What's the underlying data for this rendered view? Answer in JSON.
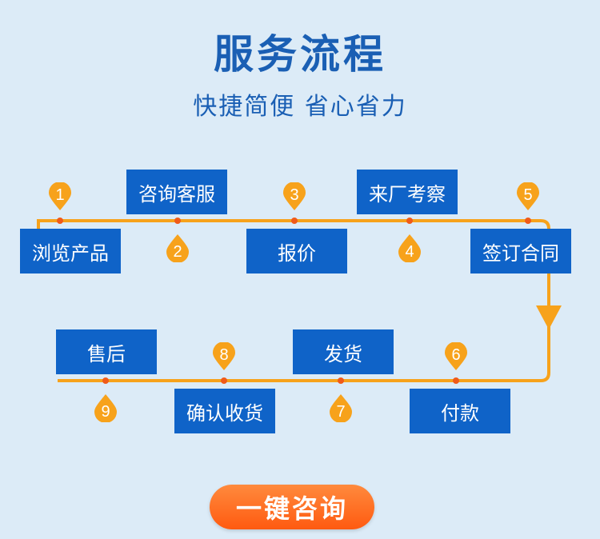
{
  "header": {
    "title": "服务流程",
    "subtitle": "快捷简便 省心省力"
  },
  "steps": [
    {
      "num": "1",
      "label": "浏览产品"
    },
    {
      "num": "2",
      "label": "咨询客服"
    },
    {
      "num": "3",
      "label": "报价"
    },
    {
      "num": "4",
      "label": "来厂考察"
    },
    {
      "num": "5",
      "label": "签订合同"
    },
    {
      "num": "6",
      "label": "付款"
    },
    {
      "num": "7",
      "label": "发货"
    },
    {
      "num": "8",
      "label": "确认收货"
    },
    {
      "num": "9",
      "label": "售后"
    }
  ],
  "cta": {
    "label": "一键咨询"
  },
  "colors": {
    "background": "#dcebf7",
    "accent": "#1a5fb4",
    "box": "#0f63c8",
    "line": "#f7a21b",
    "pin": "#f7a21b",
    "dot": "#f05a1a",
    "cta": "#ff6a1f"
  }
}
